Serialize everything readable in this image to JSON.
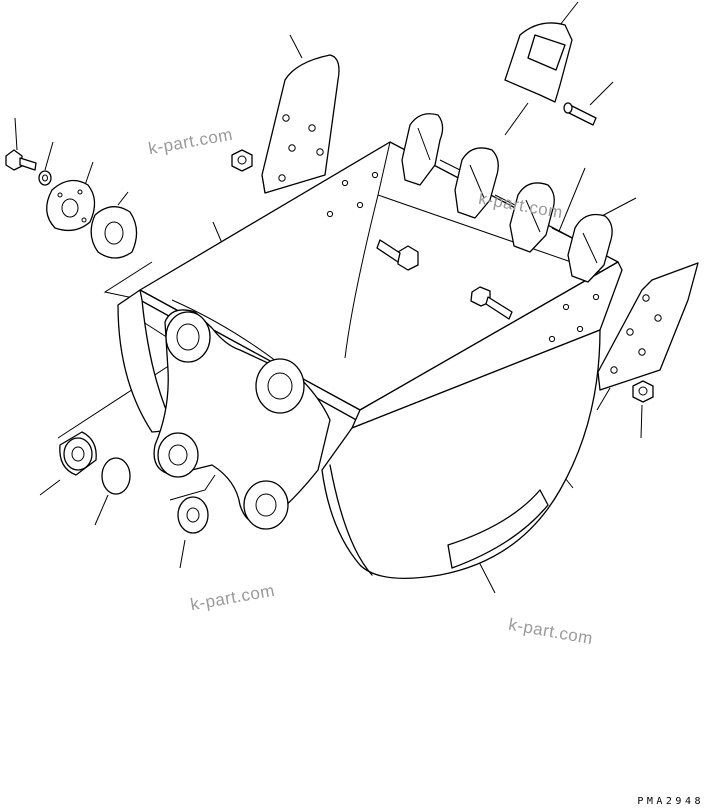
{
  "watermarks": [
    "k-part.com",
    "k-part.com",
    "k-part.com",
    "k-part.com"
  ],
  "drawing_code": "PMA2948"
}
